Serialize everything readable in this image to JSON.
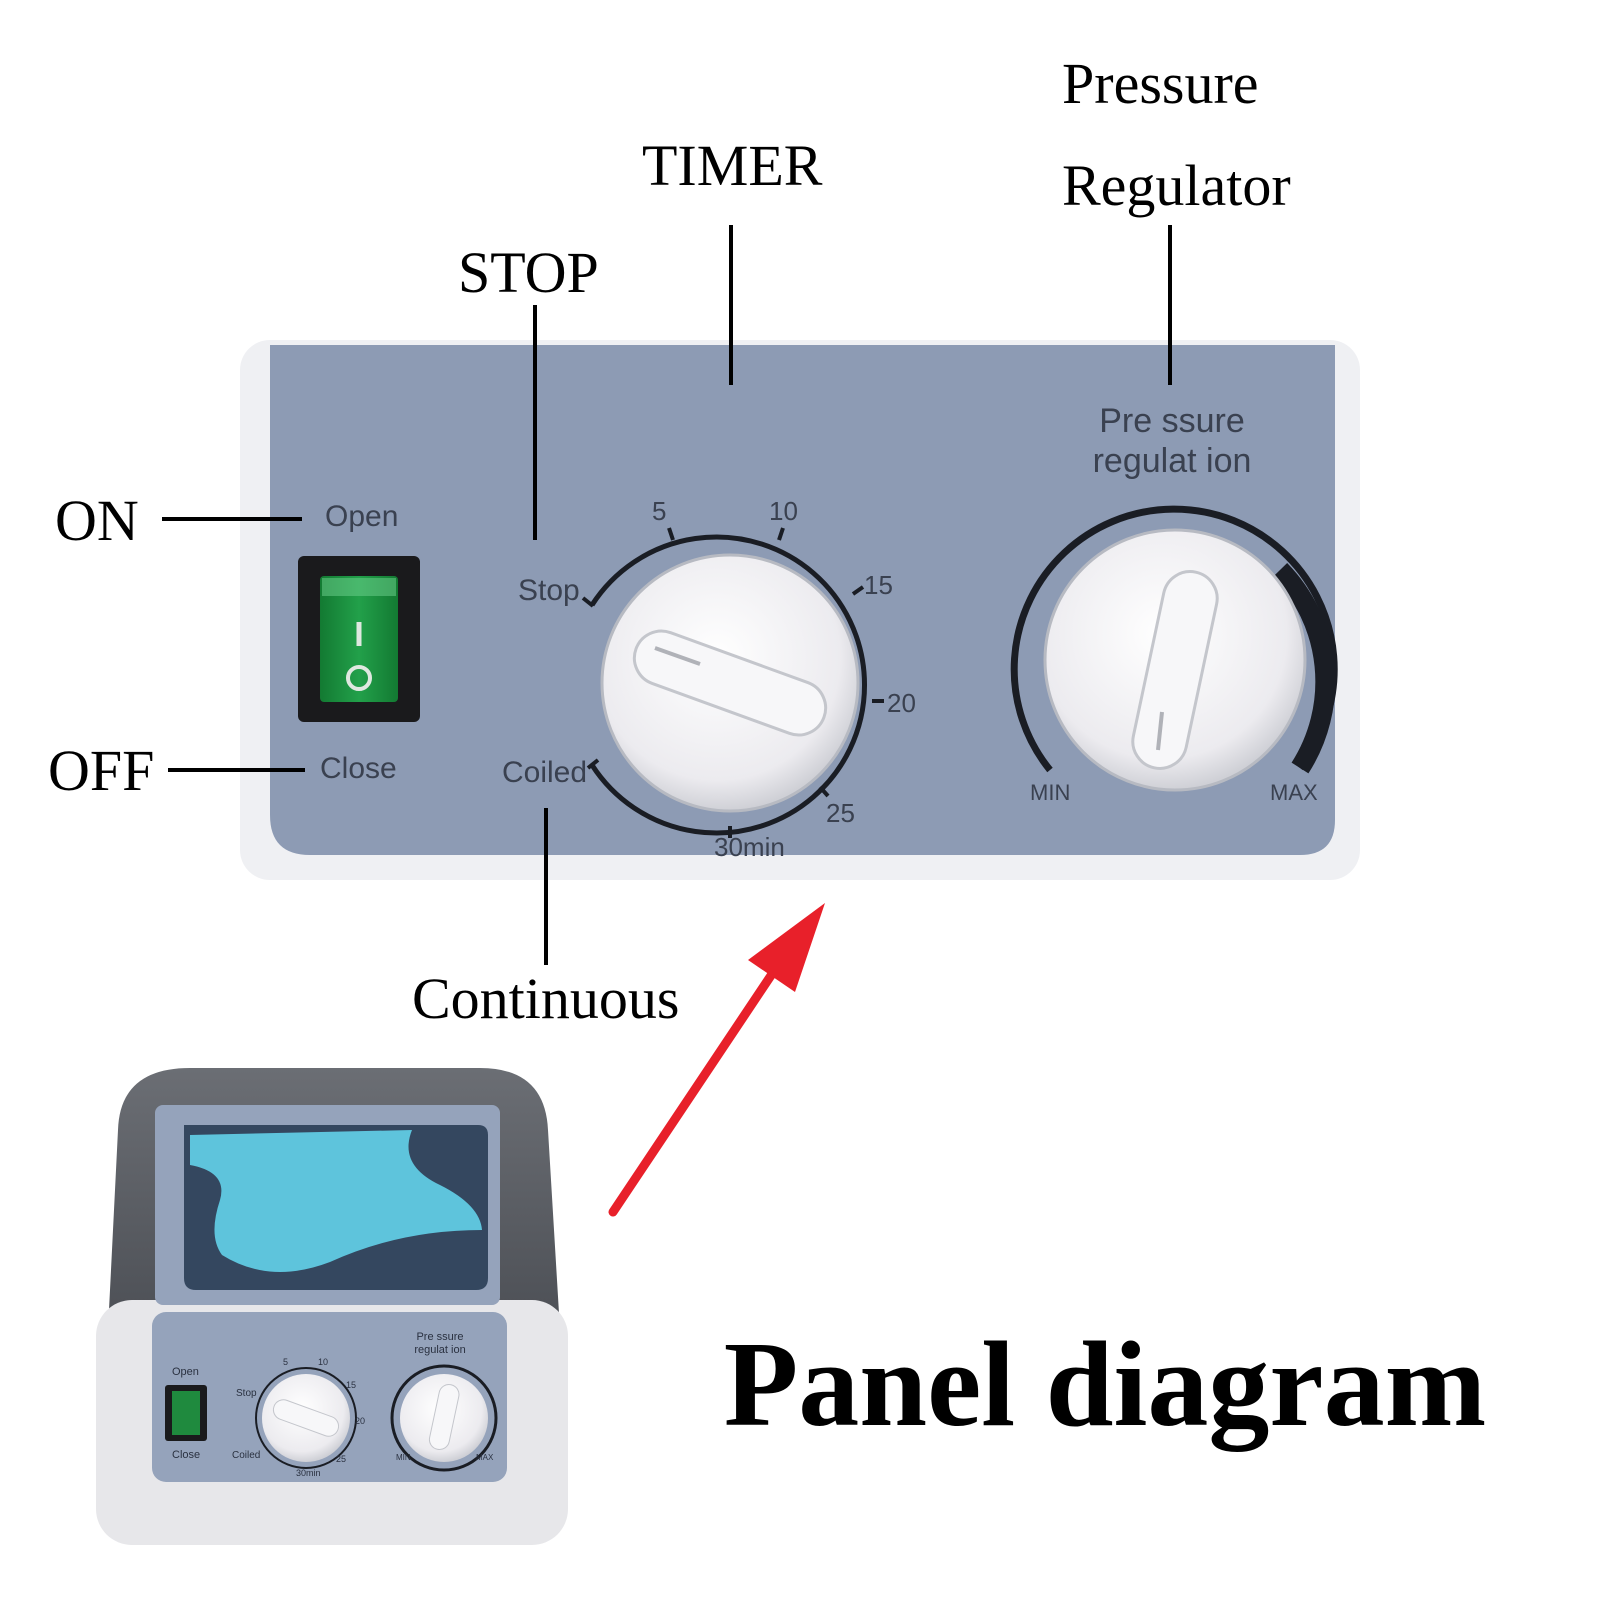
{
  "callouts": {
    "on": "ON",
    "off": "OFF",
    "stop": "STOP",
    "timer": "TIMER",
    "pressure_line1": "Pressure",
    "pressure_line2": "Regulator",
    "continuous": "Continuous"
  },
  "panel": {
    "switch_top": "Open",
    "switch_bottom": "Close",
    "timer_stop": "Stop",
    "timer_coiled": "Coiled",
    "timer_ticks": [
      "5",
      "10",
      "15",
      "20",
      "25",
      "30min"
    ],
    "pressure_line1": "Pre ssure",
    "pressure_line2": "regulat ion",
    "pressure_min": "MIN",
    "pressure_max": "MAX"
  },
  "title": "Panel diagram",
  "colors": {
    "panel": "#8d9bb4",
    "switch": "#1f8a3e",
    "arrow": "#e8202a",
    "screen": "#5ec4dc"
  }
}
